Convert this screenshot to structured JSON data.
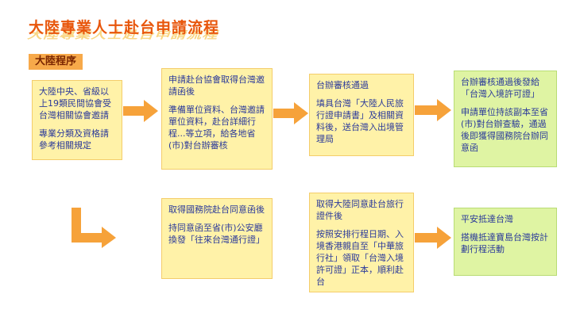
{
  "title": "大陸專業人士赴台申請流程",
  "section_label": "大陸程序",
  "steps": [
    {
      "p1": "大陸中央、省級以上19類民間協會受台灣相關協會邀請",
      "p2": "專業分類及資格請參考相關規定"
    },
    {
      "p1": "申請赴台協會取得台灣邀請函後",
      "p2": "準備單位資料、台灣邀請單位資料，赴台詳細行程...等立項，給各地省(市)對台辦審核"
    },
    {
      "p1": "台辦審核通過",
      "p2": "填具台灣「大陸人民旅行證申請書」及相關資料後，送台灣入出境管理局"
    },
    {
      "p1": "台辦審核通過後發給「台灣入境許可證」",
      "p2": "申請單位持該副本至省(市)對台辦查驗，通過後即獲得國務院台辦同意函"
    },
    {
      "p1": "取得國務院赴台同意函後",
      "p2": "持同意函至省(市)公安廳換發「往來台灣通行證」"
    },
    {
      "p1": "取得大陸同意赴台旅行證件後",
      "p2": "按照安排行程日期、入境香港親自至「中華旅行社」領取「台灣入境許可證」正本，順利赴台"
    },
    {
      "p1": "平安抵達台灣",
      "p2": "搭機抵達寶島台灣按計劃行程活動"
    }
  ],
  "colors": {
    "box_fill": "#fff2a8",
    "box_border": "#f4cd6a",
    "final_fill": "#dff4a3",
    "text": "#2b3a9a",
    "arrow": "#f6a23a",
    "title": "#e8560c"
  }
}
